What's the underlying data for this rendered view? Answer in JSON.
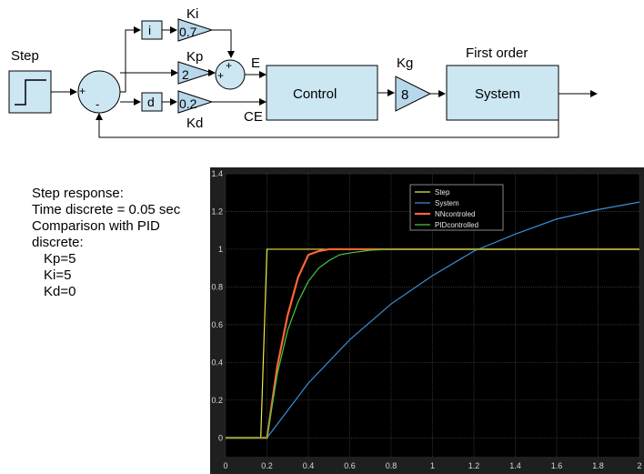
{
  "diagram": {
    "step_label": "Step",
    "sum1_plus": "+",
    "sum1_minus": "-",
    "i_block": "i",
    "d_block": "d",
    "ki_label": "Ki",
    "ki_value": "0.7",
    "kp_label": "Kp",
    "kp_value": "2",
    "kd_label": "Kd",
    "kd_value": "0.2",
    "sum2_plus_top": "+",
    "sum2_plus_left": "+",
    "e_label": "E",
    "ce_label": "CE",
    "control_label": "Control",
    "kg_label": "Kg",
    "kg_value": "8",
    "system_title": "First order",
    "system_label": "System"
  },
  "description": {
    "line1": "Step response:",
    "line2": "Time discrete = 0.05 sec",
    "line3": "Comparison with PID",
    "line4": "discrete:",
    "kp": "Kp=5",
    "ki": "Ki=5",
    "kd": "Kd=0"
  },
  "colors": {
    "block_fill": "#cce6f2",
    "gain_fill": "#b7d7ea",
    "scope_bg": "#000000",
    "grid": "#444444"
  },
  "chart_data": {
    "type": "line",
    "xlim": [
      0,
      2
    ],
    "ylim": [
      -0.1,
      1.4
    ],
    "x_ticks": [
      "0",
      "0.2",
      "0.4",
      "0.6",
      "0.8",
      "1",
      "1.2",
      "1.4",
      "1.6",
      "1.8",
      "2"
    ],
    "y_ticks": [
      "0",
      "0.2",
      "0.4",
      "0.6",
      "0.8",
      "1",
      "1.2",
      "1.4"
    ],
    "grid": true,
    "legend_position": "top-center",
    "series": [
      {
        "name": "Step",
        "color": "#e8e84a",
        "x": [
          0,
          0.17,
          0.2,
          2
        ],
        "y": [
          0,
          0,
          1,
          1
        ]
      },
      {
        "name": "System",
        "color": "#3a8fd8",
        "x": [
          0.2,
          0.4,
          0.6,
          0.8,
          1.0,
          1.2,
          1.4,
          1.6,
          1.8,
          2.0
        ],
        "y": [
          0,
          0.29,
          0.52,
          0.71,
          0.86,
          0.99,
          1.08,
          1.16,
          1.21,
          1.25
        ]
      },
      {
        "name": "NNcontroled",
        "color": "#ff6633",
        "x": [
          0,
          0.2,
          0.25,
          0.3,
          0.35,
          0.4,
          0.45,
          0.5,
          2.0
        ],
        "y": [
          0,
          0,
          0.38,
          0.65,
          0.85,
          0.97,
          0.99,
          1.0,
          1.0
        ]
      },
      {
        "name": "PIDcontrolled",
        "color": "#44cc44",
        "x": [
          0,
          0.2,
          0.25,
          0.3,
          0.35,
          0.4,
          0.45,
          0.5,
          0.55,
          0.6,
          0.7,
          0.8,
          2.0
        ],
        "y": [
          0,
          0,
          0.34,
          0.57,
          0.72,
          0.83,
          0.9,
          0.94,
          0.97,
          0.98,
          0.995,
          1.0,
          1.0
        ]
      }
    ]
  }
}
